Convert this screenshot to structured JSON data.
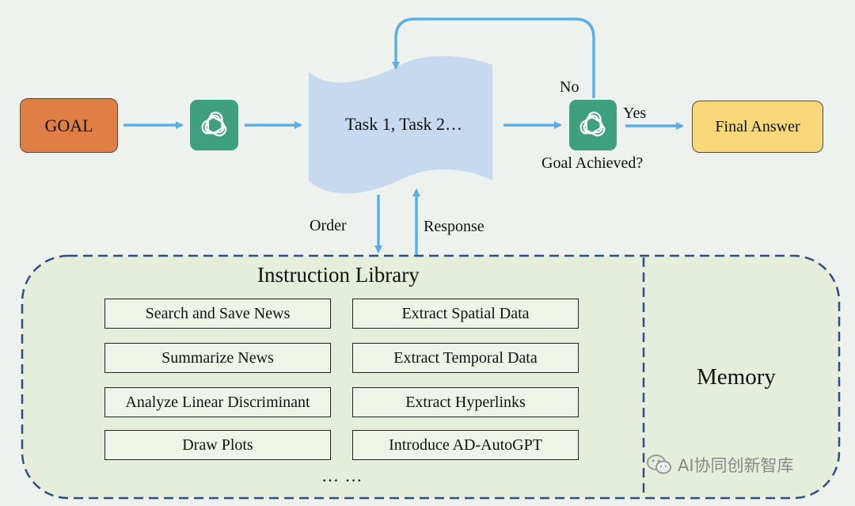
{
  "goal": "GOAL",
  "task_list": "Task 1, Task 2…",
  "decision": {
    "no": "No",
    "yes": "Yes",
    "question": "Goal Achieved?"
  },
  "final_answer": "Final Answer",
  "links": {
    "order": "Order",
    "response": "Response"
  },
  "library": {
    "title": "Instruction Library",
    "items": [
      "Search and Save News",
      "Extract Spatial Data",
      "Summarize News",
      "Extract Temporal Data",
      "Analyze Linear Discriminant",
      "Extract Hyperlinks",
      "Draw Plots",
      "Introduce AD-AutoGPT"
    ],
    "ellipsis": "… …"
  },
  "memory": "Memory",
  "watermark": "AI协同创新智库",
  "colors": {
    "goal": "#e07f45",
    "final": "#f8d87a",
    "gpt": "#3fa07f",
    "arrow": "#5aaee6",
    "scroll": "#c6d9ee",
    "container": "#e5eedb",
    "dash": "#2e4f86"
  },
  "icons": {
    "agent": "openai-logo-icon",
    "watermark": "wechat-icon"
  }
}
